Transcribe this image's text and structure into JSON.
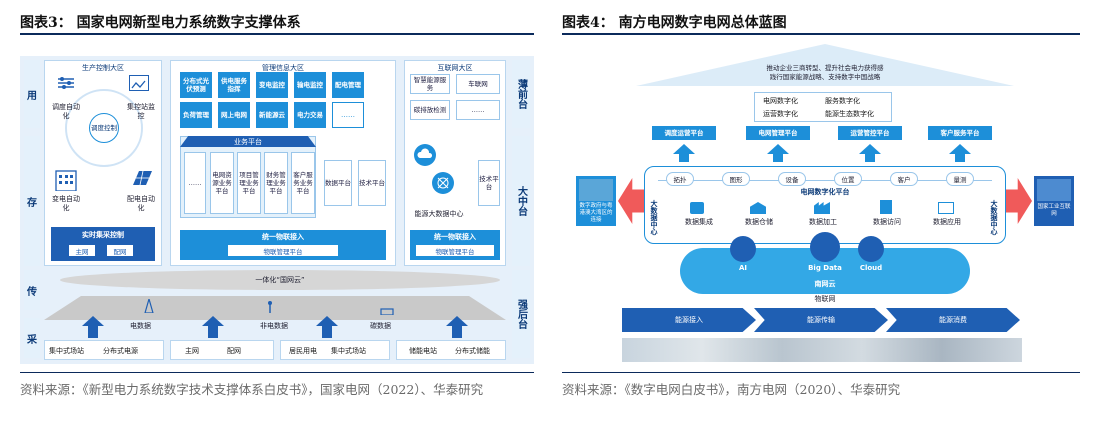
{
  "left_figure": {
    "title": "图表3：  国家电网新型电力系统数字支撑体系",
    "source": "资料来源：《新型电力系统数字技术支撑体系白皮书》，国家电网（2022）、华泰研究",
    "side_labels": [
      "用",
      "存",
      "传",
      "采"
    ],
    "right_labels": [
      "薄前台",
      "大中台",
      "强后台"
    ],
    "production_zone": {
      "title": "生产控制大区",
      "items": [
        "调度自动化",
        "集控站监控",
        "调度控制",
        "变电自动化",
        "配电自动化"
      ],
      "bottom_title": "实时集采控制",
      "bottom_buttons": [
        "主网",
        "配网"
      ]
    },
    "management_zone": {
      "title": "管理信息大区",
      "grid": [
        "分布式光伏预测",
        "供电服务指挥",
        "变电监控",
        "输电监控",
        "配电管理",
        "负荷管理",
        "网上电网",
        "新能源云",
        "电力交易",
        "……"
      ],
      "platform_title": "业务平台",
      "platforms": [
        "……",
        "电网资源业务平台",
        "项目管理业务平台",
        "财务管理业务平台",
        "客户服务业务平台"
      ],
      "data_platform": "数据平台",
      "tech_platform": "技术平台",
      "iot_access": "统一物联接入",
      "iot_mgmt": "物联管理平台"
    },
    "internet_zone": {
      "title": "互联网大区",
      "items": [
        "智慧能源服务",
        "车联网",
        "碳排放检测",
        "……"
      ],
      "bigdata": "能源大数据中心",
      "tech": "技术平台",
      "iot_access": "统一物联接入",
      "iot_mgmt": "物联管理平台"
    },
    "cloud_label": "一体化“国网云”",
    "data_flows": [
      "电数据",
      "非电数据",
      "碳数据"
    ],
    "sources": [
      "集中式场站",
      "分布式电源",
      "主网",
      "配网",
      "居民用电",
      "集中式场站",
      "储能电站",
      "分布式储能"
    ]
  },
  "right_figure": {
    "title": "图表4：  南方电网数字电网总体蓝图",
    "source": "资料来源：《数字电网白皮书》，南方电网（2020）、华泰研究",
    "roof_text": [
      "推动企业三商转型、提升社会电力获得感",
      "践行国家能源战略、支持数字中国战略"
    ],
    "digital_boxes": [
      "电网数字化",
      "服务数字化",
      "运营数字化",
      "能源生态数字化"
    ],
    "platforms": [
      "调度运营平台",
      "电网管理平台",
      "运营管控平台",
      "客户服务平台"
    ],
    "chain": [
      "拓扑",
      "图形",
      "设备",
      "位置",
      "客户",
      "量测"
    ],
    "center_title": "电网数字化平台",
    "bigdata_items": [
      "数据集成",
      "数据仓储",
      "数据加工",
      "数据访问",
      "数据应用"
    ],
    "bigdata_side": "大数据中心",
    "left_box": "数字政府与粤港澳大湾区的连接",
    "right_box": "国家工业互联网",
    "cloud_items": [
      "AI",
      "Big Data",
      "Cloud"
    ],
    "cloud_label": "南网云",
    "iot_label": "物联网",
    "flow": [
      "能源接入",
      "能源传输",
      "能源消费"
    ]
  }
}
